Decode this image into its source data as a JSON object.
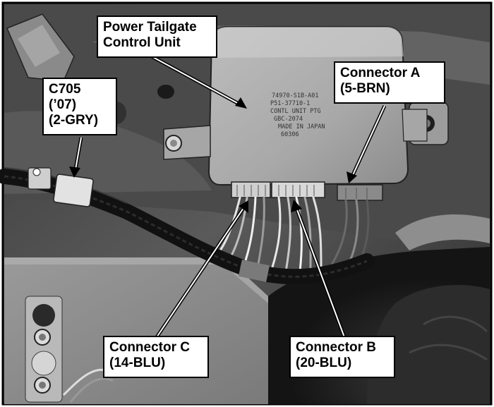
{
  "callouts": {
    "tailgate_unit": {
      "line1": "Power Tailgate",
      "line2": "Control Unit"
    },
    "c705": {
      "line1": "C705",
      "line2": "(’07)",
      "line3": "(2-GRY)"
    },
    "connector_a": {
      "line1": "Connector A",
      "line2": "(5-BRN)"
    },
    "connector_c": {
      "line1": "Connector C",
      "line2": "(14-BLU)"
    },
    "connector_b": {
      "line1": "Connector B",
      "line2": "(20-BLU)"
    }
  },
  "unit_label": {
    "l1": "74970-S1B-A01",
    "l2": "P51-37710-1",
    "l3": "CONTL UNIT PTG",
    "l4": "GBC-2074",
    "l5": "MADE IN JAPAN",
    "l6": "60306"
  }
}
